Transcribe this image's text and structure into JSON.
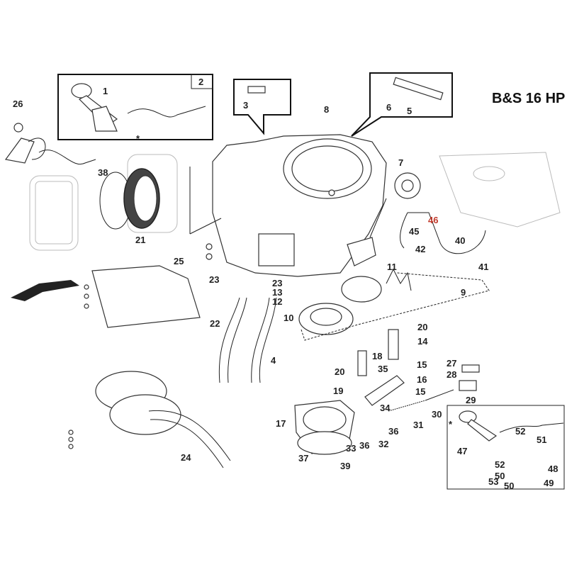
{
  "title": "B&S 16 HP",
  "asterisk": "*",
  "highlight_color": "#c0392b",
  "callouts": [
    "1",
    "2",
    "26",
    "3",
    "6",
    "5",
    "8",
    "7",
    "46",
    "45",
    "40",
    "42",
    "41",
    "38",
    "21",
    "25",
    "23",
    "23",
    "13",
    "12",
    "11",
    "9",
    "10",
    "20",
    "14",
    "22",
    "18",
    "4",
    "20",
    "35",
    "15",
    "16",
    "19",
    "15",
    "27",
    "28",
    "29",
    "30",
    "34",
    "17",
    "31",
    "36",
    "33",
    "36",
    "32",
    "37",
    "39",
    "24",
    "52",
    "51",
    "47",
    "52",
    "48",
    "50",
    "53",
    "50",
    "49"
  ]
}
